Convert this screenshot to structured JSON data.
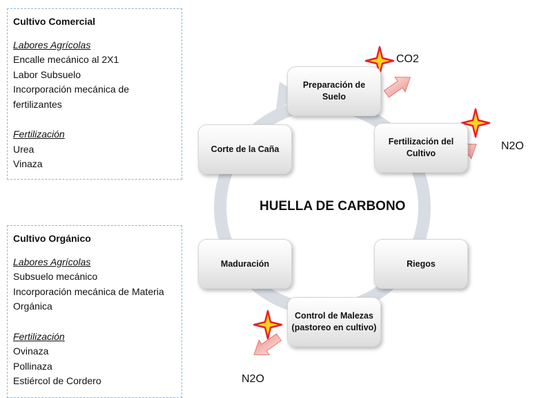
{
  "commercial": {
    "title": "Cultivo Comercial",
    "labores_heading": "Labores Agrícolas",
    "labores": [
      "Encalle mecánico al 2X1",
      "Labor Subsuelo",
      "Incorporación mecánica de",
      "fertilizantes"
    ],
    "fert_heading": "Fertilización",
    "fertilizacion": [
      "Urea",
      "Vinaza"
    ]
  },
  "organic": {
    "title": "Cultivo Orgánico",
    "labores_heading": "Labores Agrícolas",
    "labores": [
      "Subsuelo mecánico",
      "Incorporación mecánica de Materia",
      "Orgánica"
    ],
    "fert_heading": "Fertilización",
    "fertilizacion": [
      "Ovinaza",
      "Pollinaza",
      "Estiércol de Cordero"
    ]
  },
  "cycle": {
    "center": "HUELLA DE CARBONO",
    "nodes": {
      "preparacion": "Preparación de Suelo",
      "fertilizacion": [
        "Fertilización del",
        "Cultivo"
      ],
      "riegos": "Riegos",
      "control": [
        "Control de Malezas",
        "(pastoreo en cultivo)"
      ],
      "maduracion": "Maduración",
      "corte": "Corte de  la Caña"
    }
  },
  "emissions": {
    "co2": "CO2",
    "n2o_right": "N2O",
    "n2o_bottom": "N2O"
  },
  "colors": {
    "ring": "#d7dde3",
    "star_red": "#e8202a",
    "star_yellow": "#ffd21f",
    "arrow_fill": "#f4b4b0",
    "arrow_stroke": "#e07a76",
    "panel_border": "#8fb4cf"
  }
}
